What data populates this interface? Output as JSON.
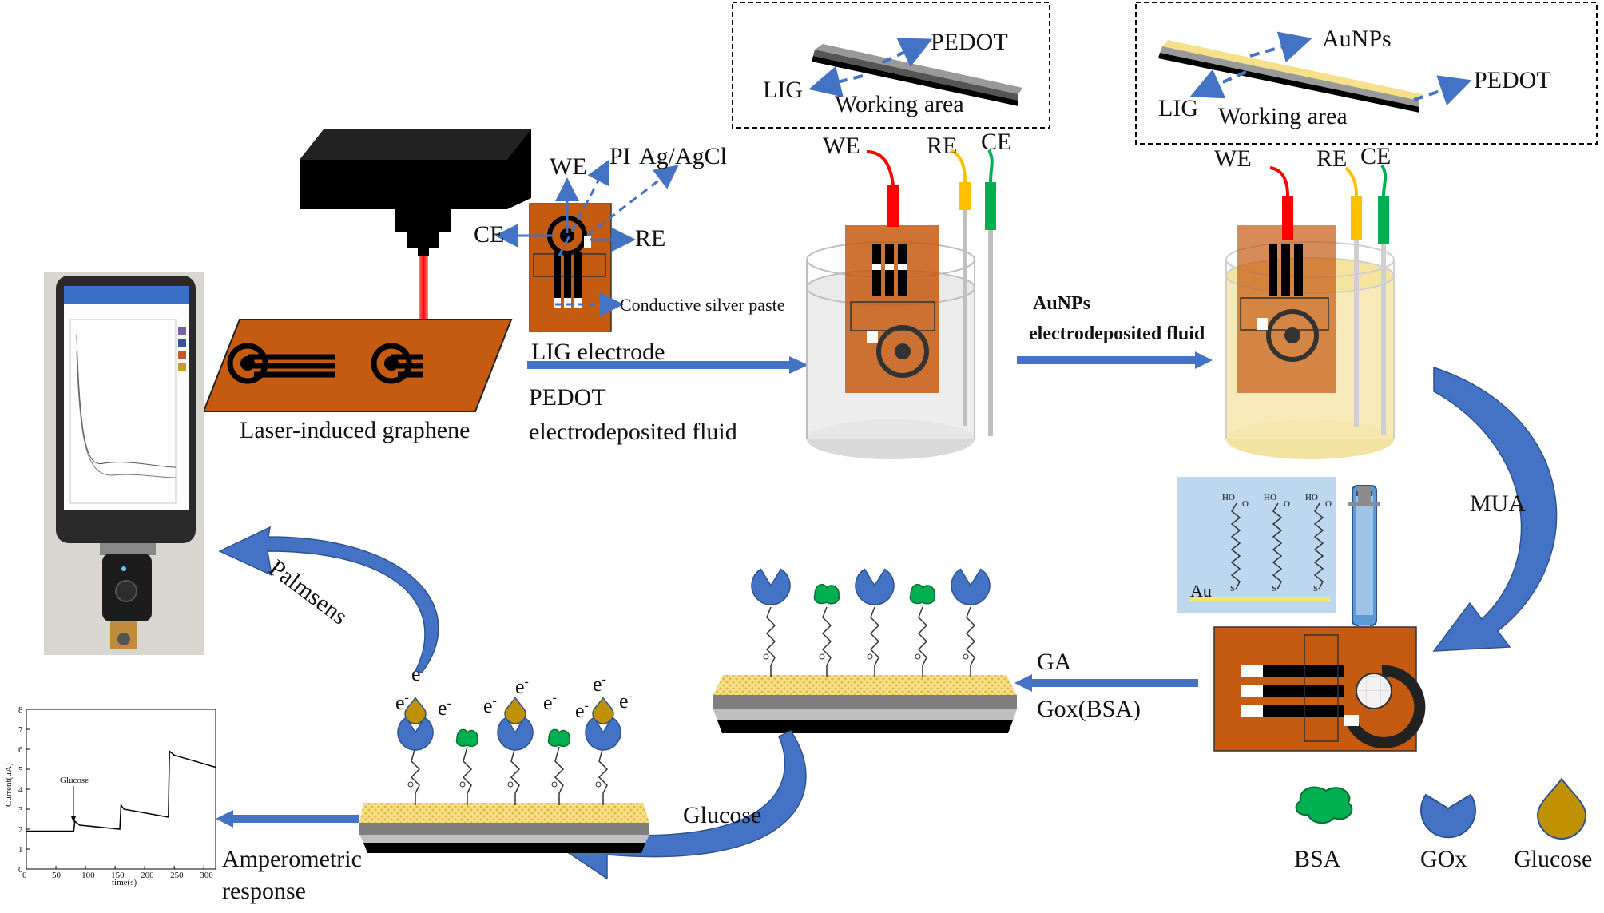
{
  "labels": {
    "laser_induced_graphene": "Laser-induced graphene",
    "lig_electrode": "LIG electrode",
    "pedot_fluid_line1": "PEDOT",
    "pedot_fluid_line2": "electrodeposited fluid",
    "aunps_fluid_line1": "AuNPs",
    "aunps_fluid_line2": "electrodeposited fluid",
    "we": "WE",
    "ce": "CE",
    "re": "RE",
    "pi": "PI",
    "ag_agcl": "Ag/AgCl",
    "conductive_silver_paste": "Conductive silver paste",
    "mua": "MUA",
    "ga": "GA",
    "gox_bsa": "Gox(BSA)",
    "glucose_step": "Glucose",
    "palmsens": "Palmsens",
    "amperometric_line1": "Amperometric",
    "amperometric_line2": "response",
    "au": "Au",
    "ho": "HO",
    "o": "O",
    "s": "S",
    "electron": "e",
    "electron_sup": "-"
  },
  "inset1": {
    "pedot": "PEDOT",
    "lig": "LIG",
    "working_area": "Working area"
  },
  "inset2": {
    "aunps": "AuNPs",
    "pedot": "PEDOT",
    "lig": "LIG",
    "working_area": "Working area"
  },
  "legend": {
    "bsa": "BSA",
    "gox": "GOx",
    "glucose": "Glucose"
  },
  "colors": {
    "arrow_blue": "#4472C4",
    "substrate_orange": "#C55A11",
    "enzyme_blue": "#4472C4",
    "bsa_green": "#00B050",
    "glucose_gold": "#BF9000",
    "gold_layer": "#F5D76E",
    "wire_red": "#FF0000",
    "wire_yellow": "#FFC000",
    "wire_green": "#00B050"
  },
  "chart_data": {
    "type": "line",
    "title": "",
    "xlabel": "time(s)",
    "ylabel": "Current(μA)",
    "xlim": [
      0,
      320
    ],
    "ylim": [
      0,
      8
    ],
    "x_ticks": [
      0,
      50,
      100,
      150,
      200,
      250,
      300
    ],
    "y_ticks": [
      0,
      1,
      2,
      3,
      4,
      5,
      6,
      7,
      8
    ],
    "annotation": "Glucose",
    "series": [
      {
        "x": [
          0,
          80,
          82,
          90,
          158,
          160,
          165,
          240,
          242,
          250,
          320
        ],
        "y": [
          1.9,
          1.9,
          2.4,
          2.2,
          2.0,
          3.2,
          3.0,
          2.6,
          5.9,
          5.7,
          5.1
        ]
      }
    ]
  }
}
